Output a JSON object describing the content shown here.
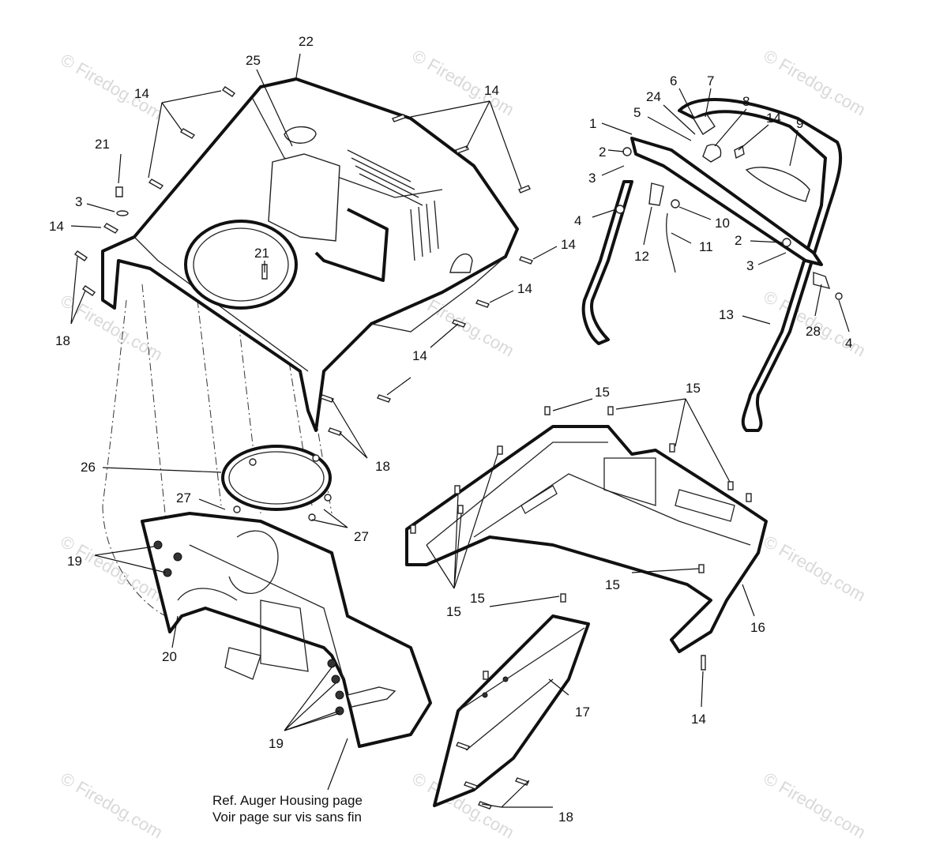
{
  "watermark": {
    "text": "© Firedog.com"
  },
  "diagram": {
    "caption_line1": "Ref. Auger Housing page",
    "caption_line2": "Voir page sur vis sans fin",
    "callouts": [
      {
        "id": "c22",
        "text": "22"
      },
      {
        "id": "c25",
        "text": "25"
      },
      {
        "id": "c14a",
        "text": "14"
      },
      {
        "id": "c14b",
        "text": "14"
      },
      {
        "id": "c21a",
        "text": "21"
      },
      {
        "id": "c3a",
        "text": "3"
      },
      {
        "id": "c14c",
        "text": "14"
      },
      {
        "id": "c21b",
        "text": "21"
      },
      {
        "id": "c18a",
        "text": "18"
      },
      {
        "id": "c14d",
        "text": "14"
      },
      {
        "id": "c14e",
        "text": "14"
      },
      {
        "id": "c14f",
        "text": "14"
      },
      {
        "id": "c18b",
        "text": "18"
      },
      {
        "id": "c26",
        "text": "26"
      },
      {
        "id": "c27a",
        "text": "27"
      },
      {
        "id": "c27b",
        "text": "27"
      },
      {
        "id": "c19a",
        "text": "19"
      },
      {
        "id": "c20",
        "text": "20"
      },
      {
        "id": "c19b",
        "text": "19"
      },
      {
        "id": "c18c",
        "text": "18"
      },
      {
        "id": "c17",
        "text": "17"
      },
      {
        "id": "c1",
        "text": "1"
      },
      {
        "id": "c2a",
        "text": "2"
      },
      {
        "id": "c3b",
        "text": "3"
      },
      {
        "id": "c4a",
        "text": "4"
      },
      {
        "id": "c24",
        "text": "24"
      },
      {
        "id": "c5",
        "text": "5"
      },
      {
        "id": "c6",
        "text": "6"
      },
      {
        "id": "c7",
        "text": "7"
      },
      {
        "id": "c8",
        "text": "8"
      },
      {
        "id": "c14g",
        "text": "14"
      },
      {
        "id": "c9",
        "text": "9"
      },
      {
        "id": "c10",
        "text": "10"
      },
      {
        "id": "c11",
        "text": "11"
      },
      {
        "id": "c12",
        "text": "12"
      },
      {
        "id": "c2b",
        "text": "2"
      },
      {
        "id": "c3c",
        "text": "3"
      },
      {
        "id": "c13",
        "text": "13"
      },
      {
        "id": "c28",
        "text": "28"
      },
      {
        "id": "c4b",
        "text": "4"
      },
      {
        "id": "c15a",
        "text": "15"
      },
      {
        "id": "c15b",
        "text": "15"
      },
      {
        "id": "c15c",
        "text": "15"
      },
      {
        "id": "c15d",
        "text": "15"
      },
      {
        "id": "c15e",
        "text": "15"
      },
      {
        "id": "c16",
        "text": "16"
      },
      {
        "id": "c14h",
        "text": "14"
      }
    ]
  }
}
